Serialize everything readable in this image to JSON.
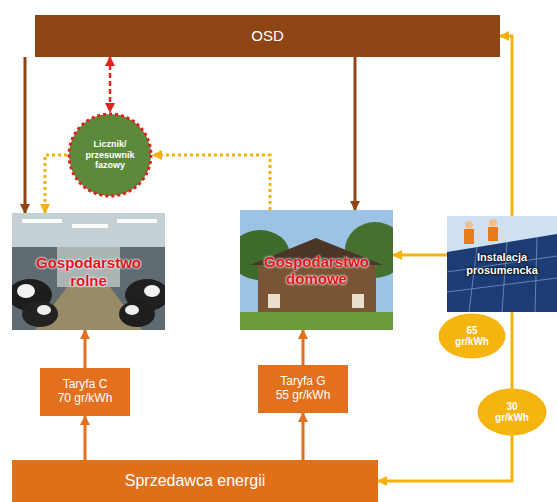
{
  "diagram": {
    "nodes": [
      {
        "text": [
          "OSD"
        ]
      },
      {
        "text": [
          "Licznik/ przesuwnik fazowy"
        ]
      },
      {
        "text": [
          "Gospodarstwo rolne"
        ]
      },
      {
        "text": [
          "Gospodarstwo domowe"
        ]
      },
      {
        "text": [
          "Instalacja prosumencka"
        ]
      },
      {
        "text": [
          "65 gr/kWh"
        ]
      },
      {
        "text": [
          "Taryfa C 70 gr/kWh"
        ]
      },
      {
        "text": [
          "Taryfa G 55 gr/kWh"
        ]
      },
      {
        "text": [
          "30 gr/kWh"
        ]
      },
      {
        "text": [
          "Sprzedawca energii"
        ]
      }
    ],
    "edges": [
      {
        "from": 0,
        "to": 2,
        "arrow": "to"
      },
      {
        "from": 0,
        "to": 3,
        "arrow": "to"
      },
      {
        "from": 0,
        "to": 1,
        "arrow": "both"
      },
      {
        "from": 3,
        "to": 1,
        "arrow": "to"
      },
      {
        "from": 1,
        "to": 2,
        "arrow": "to"
      },
      {
        "from": 4,
        "to": 3,
        "arrow": "to"
      },
      {
        "from": 4,
        "to": 0,
        "arrow": "to"
      },
      {
        "from": 4,
        "to": 9,
        "arrow": "to"
      },
      {
        "from": 9,
        "to": 6,
        "arrow": "to"
      },
      {
        "from": 6,
        "to": 2,
        "arrow": "to"
      },
      {
        "from": 9,
        "to": 7,
        "arrow": "to"
      },
      {
        "from": 7,
        "to": 3,
        "arrow": "to"
      }
    ]
  }
}
